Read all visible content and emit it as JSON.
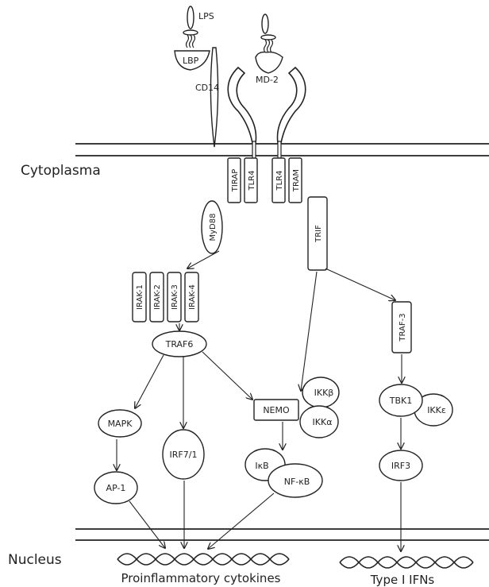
{
  "regions": {
    "cytoplasm": "Cytoplasma",
    "nucleus": "Nucleus"
  },
  "ligands": {
    "lps": "LPS",
    "lbp": "LBP",
    "cd14": "CD14",
    "md2": "MD-2"
  },
  "receptors": {
    "tirap": "TIRAP",
    "tlr4_left": "TLR4",
    "tlr4_right": "TLR4",
    "tram": "TRAM"
  },
  "adaptors": {
    "myd88": "MyD88",
    "trif": "TRIF"
  },
  "irak": [
    "IRAK-1",
    "IRAK-2",
    "IRAK-3",
    "IRAK-4"
  ],
  "nodes": {
    "traf6": "TRAF6",
    "mapk": "MAPK",
    "ap1": "AP-1",
    "irf71": "IRF7/1",
    "nemo": "NEMO",
    "ikkb": "IKKβ",
    "ikka": "IKKα",
    "ikb": "IκB",
    "nfkb": "NF-κB",
    "traf3": "TRAF-3",
    "tbk1": "TBK1",
    "ikke": "IKKε",
    "irf3": "IRF3"
  },
  "outputs": {
    "proinflammatory": "Proinflammatory cytokines",
    "type1": "Type I IFNs"
  },
  "colors": {
    "stroke": "#222222",
    "background": "#ffffff"
  }
}
